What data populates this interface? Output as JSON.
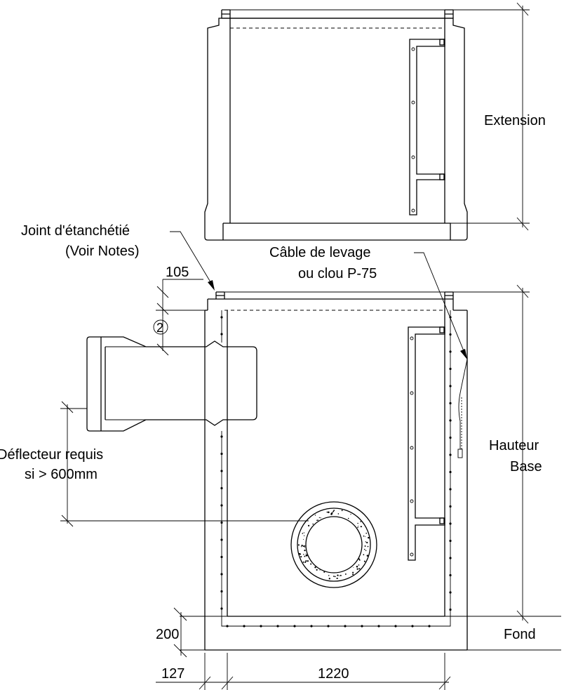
{
  "labels": {
    "extension": "Extension",
    "joint_line1": "Joint d'étanchétié",
    "joint_line2": "(Voir Notes)",
    "cable_line1": "Câble de levage",
    "cable_line2": "ou clou P-75",
    "hauteur": "Hauteur",
    "base": "Base",
    "deflecteur_line1": "Déflecteur requis",
    "deflecteur_line2": "si > 600mm",
    "fond": "Fond",
    "callout_2": "2"
  },
  "dimensions": {
    "d105": "105",
    "d200": "200",
    "d127": "127",
    "d1220": "1220"
  }
}
